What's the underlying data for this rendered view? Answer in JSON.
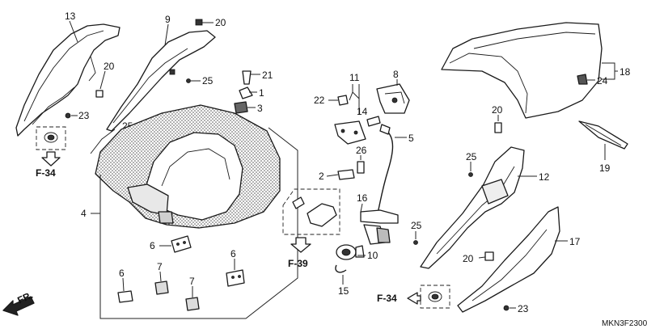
{
  "callouts": {
    "c1": "1",
    "c2": "2",
    "c3": "3",
    "c4": "4",
    "c5": "5",
    "c6a": "6",
    "c6b": "6",
    "c6c": "6",
    "c7a": "7",
    "c7b": "7",
    "c8": "8",
    "c9": "9",
    "c10": "10",
    "c11": "11",
    "c12": "12",
    "c13": "13",
    "c14": "14",
    "c15": "15",
    "c16": "16",
    "c17": "17",
    "c18": "18",
    "c19": "19",
    "c20a": "20",
    "c20b": "20",
    "c20c": "20",
    "c20d": "20",
    "c21": "21",
    "c22": "22",
    "c23a": "23",
    "c23b": "23",
    "c24": "24",
    "c25a": "25",
    "c25b": "25",
    "c25c": "25",
    "c25d": "25",
    "c26": "26"
  },
  "references": {
    "f34_left": "F-34",
    "f34_right": "F-34",
    "f39": "F-39"
  },
  "front_label": "FR.",
  "diagram_code": "MKN3F2300"
}
